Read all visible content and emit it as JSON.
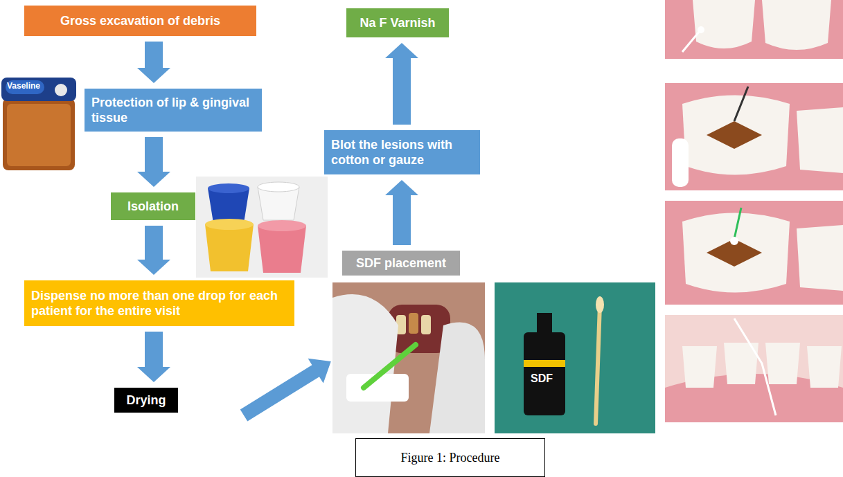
{
  "diagram": {
    "caption": "Figure 1: Procedure",
    "nodes": [
      {
        "text": [
          "Gross excavation of debris"
        ]
      },
      {
        "text": [
          "Protection of lip & gingival tissue"
        ]
      },
      {
        "text": [
          "Isolation"
        ]
      },
      {
        "text": [
          "Dispense no more than one drop for each patient for the entire visit"
        ]
      },
      {
        "text": [
          "Drying"
        ]
      },
      {
        "text": [
          "SDF placement"
        ]
      },
      {
        "text": [
          "Blot the lesions with cotton or gauze"
        ]
      },
      {
        "text": [
          "Na F Varnish"
        ]
      }
    ],
    "edges": [
      {
        "from": 0,
        "to": 1,
        "arrow": "to"
      },
      {
        "from": 1,
        "to": 2,
        "arrow": "to"
      },
      {
        "from": 2,
        "to": 3,
        "arrow": "to"
      },
      {
        "from": 3,
        "to": 4,
        "arrow": "to"
      },
      {
        "from": 5,
        "to": 6,
        "arrow": "to"
      },
      {
        "from": 6,
        "to": 7,
        "arrow": "to"
      }
    ],
    "labels": [
      "Vaseline",
      "SDF"
    ]
  }
}
